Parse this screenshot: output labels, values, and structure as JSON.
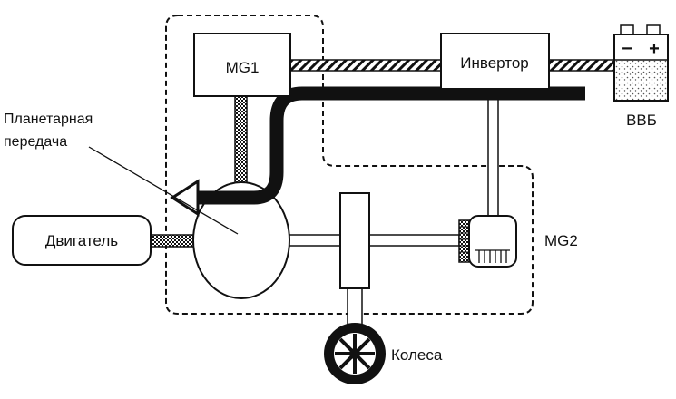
{
  "labels": {
    "mg1": "MG1",
    "inverter": "Инвертор",
    "battery": "ВВБ",
    "battery_minus": "−",
    "battery_plus": "+",
    "planetary_line1": "Планетарная",
    "planetary_line2": "передача",
    "engine": "Двигатель",
    "mg2": "MG2",
    "wheels": "Колеса"
  },
  "colors": {
    "stroke": "#111111",
    "power_flow_arrow": "#111111",
    "background": "#ffffff"
  }
}
